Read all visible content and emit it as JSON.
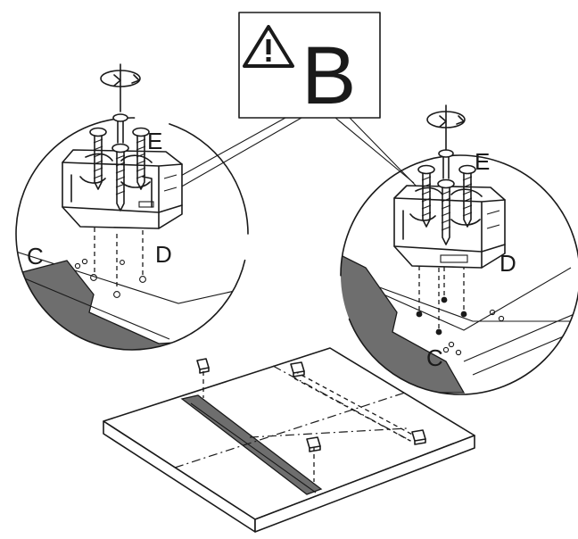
{
  "callout": {
    "warning_icon": "warning-triangle-icon",
    "letter": "B"
  },
  "labels": {
    "left": {
      "C": "C",
      "D": "D",
      "E": "E"
    },
    "right": {
      "C": "C",
      "D": "D",
      "E": "E"
    }
  },
  "icons": {
    "rotation": "clockwise-rotation-icon",
    "screw": "screw-icon",
    "bracket": "bracket-icon",
    "panel": "panel-icon"
  }
}
